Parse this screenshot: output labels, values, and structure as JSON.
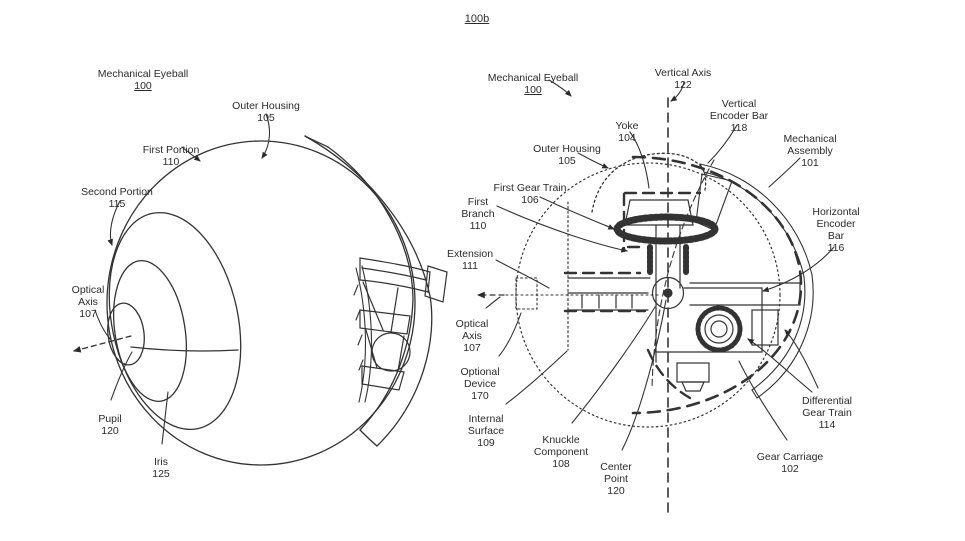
{
  "figure_tag": "100b",
  "left_figure": {
    "title": {
      "text": "Mechanical Eyeball",
      "ref": "100"
    },
    "labels": {
      "outer_housing": {
        "text": "Outer Housing",
        "ref": "105"
      },
      "first_portion": {
        "text": "First Portion",
        "ref": "110"
      },
      "second_portion": {
        "text": "Second Portion",
        "ref": "115"
      },
      "optical_axis": {
        "text": "Optical\nAxis",
        "ref": "107"
      },
      "pupil": {
        "text": "Pupil",
        "ref": "120"
      },
      "iris": {
        "text": "Iris",
        "ref": "125"
      }
    }
  },
  "right_figure": {
    "title": {
      "text": "Mechanical Eyeball",
      "ref": "100"
    },
    "labels": {
      "vertical_axis": {
        "text": "Vertical Axis",
        "ref": "122"
      },
      "yoke": {
        "text": "Yoke",
        "ref": "104"
      },
      "outer_housing": {
        "text": "Outer Housing",
        "ref": "105"
      },
      "first_gear_train": {
        "text": "First Gear Train",
        "ref": "106"
      },
      "first_branch": {
        "text": "First\nBranch",
        "ref": "110"
      },
      "extension": {
        "text": "Extension",
        "ref": "111"
      },
      "optical_axis": {
        "text": "Optical\nAxis",
        "ref": "107"
      },
      "optional_device": {
        "text": "Optional\nDevice",
        "ref": "170"
      },
      "internal_surface": {
        "text": "Internal\nSurface",
        "ref": "109"
      },
      "knuckle_component": {
        "text": "Knuckle\nComponent",
        "ref": "108"
      },
      "center_point": {
        "text": "Center\nPoint",
        "ref": "120"
      },
      "vertical_encoder_bar": {
        "text": "Vertical\nEncoder Bar",
        "ref": "118"
      },
      "mechanical_assembly": {
        "text": "Mechanical\nAssembly",
        "ref": "101"
      },
      "horizontal_encoder_bar": {
        "text": "Horizontal\nEncoder\nBar",
        "ref": "116"
      },
      "differential_gear_train": {
        "text": "Differential\nGear Train",
        "ref": "114"
      },
      "gear_carriage": {
        "text": "Gear Carriage",
        "ref": "102"
      }
    }
  },
  "colors": {
    "ink": "#2b2b2b",
    "line": "#333333"
  }
}
